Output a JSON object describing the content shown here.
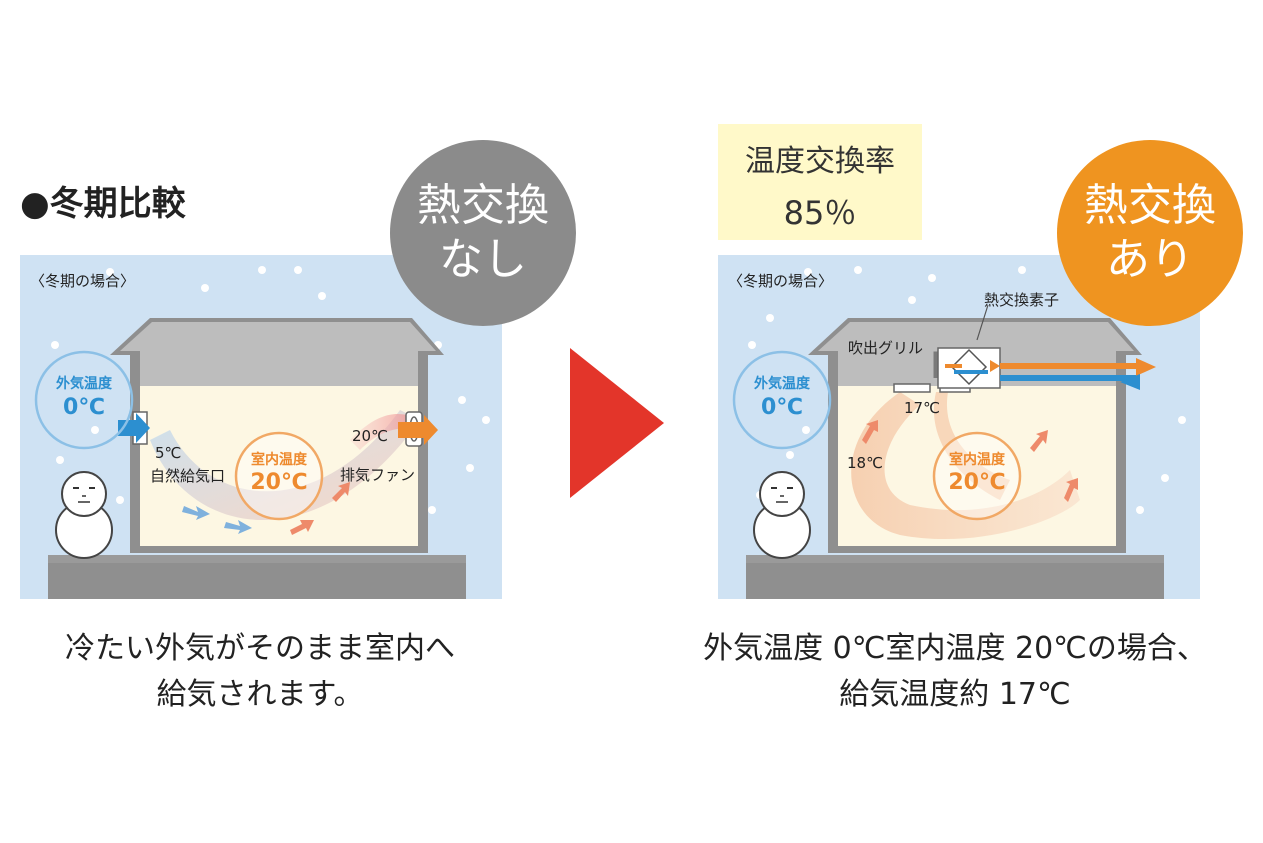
{
  "title": "●冬期比較",
  "left_panel": {
    "badge_line1": "熱交換",
    "badge_line2": "なし",
    "case_label": "〈冬期の場合〉",
    "outside_label": "外気温度",
    "outside_value": "0℃",
    "room_label": "室内温度",
    "room_value": "20℃",
    "inlet_temp": "5℃",
    "inlet_label": "自然給気口",
    "exhaust_temp": "20℃",
    "exhaust_label": "排気ファン",
    "caption_line1": "冷たい外気がそのまま室内へ",
    "caption_line2": "給気されます。"
  },
  "right_panel": {
    "rate_label": "温度交換率",
    "rate_value": "85％",
    "badge_line1": "熱交換",
    "badge_line2": "あり",
    "case_label": "〈冬期の場合〉",
    "outside_label": "外気温度",
    "outside_value": "0℃",
    "room_label": "室内温度",
    "room_value": "20℃",
    "grille_label": "吹出グリル",
    "element_label": "熱交換素子",
    "supply_temp": "17℃",
    "low_temp": "18℃",
    "caption_line1": "外気温度 0℃室内温度 20℃の場合、",
    "caption_line2": "給気温度約 17℃"
  },
  "colors": {
    "sky": "#cfe2f3",
    "house": "#8f8f8f",
    "room": "#fdf7e3",
    "blue_arrow": "#2c8fd0",
    "orange_arrow": "#ee8a2e",
    "next_arrow": "#e3352a"
  }
}
